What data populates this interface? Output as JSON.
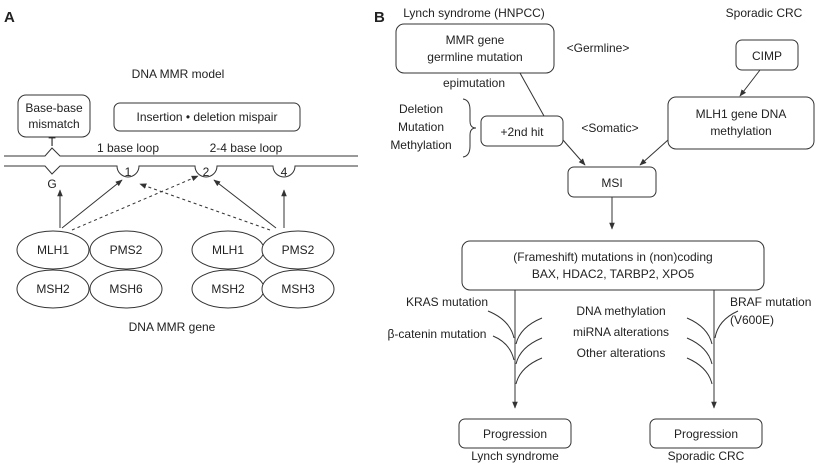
{
  "panel_a": {
    "letter": "A",
    "model_title": "DNA MMR model",
    "base_mismatch_line1": "Base-base",
    "base_mismatch_line2": "mismatch",
    "insertion_deletion": "Insertion • deletion mispair",
    "t_label": "T",
    "g_label": "G",
    "loop_1_base": "1 base loop",
    "loop_2_4_base": "2-4 base loop",
    "loop_numbers": [
      "1",
      "2",
      "4"
    ],
    "genes_left": [
      "MLH1",
      "PMS2",
      "MSH2",
      "MSH6"
    ],
    "genes_right": [
      "MLH1",
      "PMS2",
      "MSH2",
      "MSH3"
    ],
    "gene_title": "DNA MMR gene"
  },
  "panel_b": {
    "letter": "B",
    "lynch_hnpcc": "Lynch syndrome (HNPCC)",
    "sporadic_crc": "Sporadic CRC",
    "mmr_gene_line1": "MMR gene",
    "mmr_gene_line2": "germline mutation",
    "germline": "<Germline>",
    "cimp": "CIMP",
    "epimutation": "epimutation",
    "deletion": "Deletion",
    "mutation": "Mutation",
    "methylation": "Methylation",
    "second_hit": "+2nd hit",
    "somatic": "<Somatic>",
    "mlh1_line1": "MLH1 gene DNA",
    "mlh1_line2": "methylation",
    "msi": "MSI",
    "frameshift_line1": "(Frameshift) mutations in (non)coding",
    "frameshift_line2": "BAX, HDAC2, TARBP2, XPO5",
    "kras": "KRAS mutation",
    "beta_catenin": "β-catenin mutation",
    "dna_methylation": "DNA methylation",
    "mirna": "miRNA alterations",
    "other": "Other alterations",
    "braf_line1": "BRAF mutation",
    "braf_line2": "(V600E)",
    "progression": "Progression",
    "lynch_syndrome": "Lynch syndrome"
  }
}
